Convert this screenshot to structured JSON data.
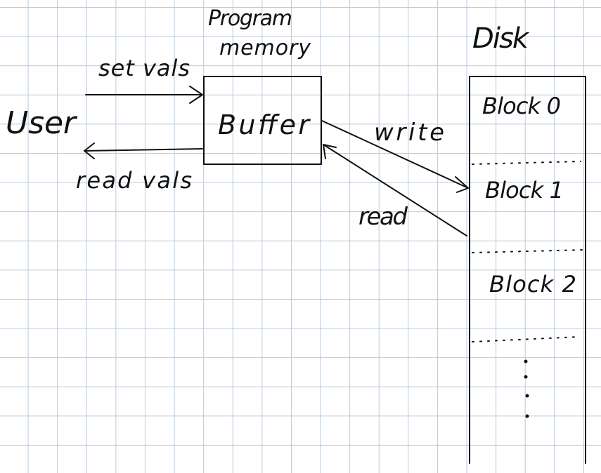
{
  "labels": {
    "user": "User",
    "program_memory_line1": "Program",
    "program_memory_line2": "memory",
    "buffer": "Buffer",
    "disk": "Disk",
    "set_vals": "set vals",
    "read_vals": "read vals",
    "write": "write",
    "read": "read"
  },
  "blocks": [
    "Block 0",
    "Block 1",
    "Block 2"
  ]
}
